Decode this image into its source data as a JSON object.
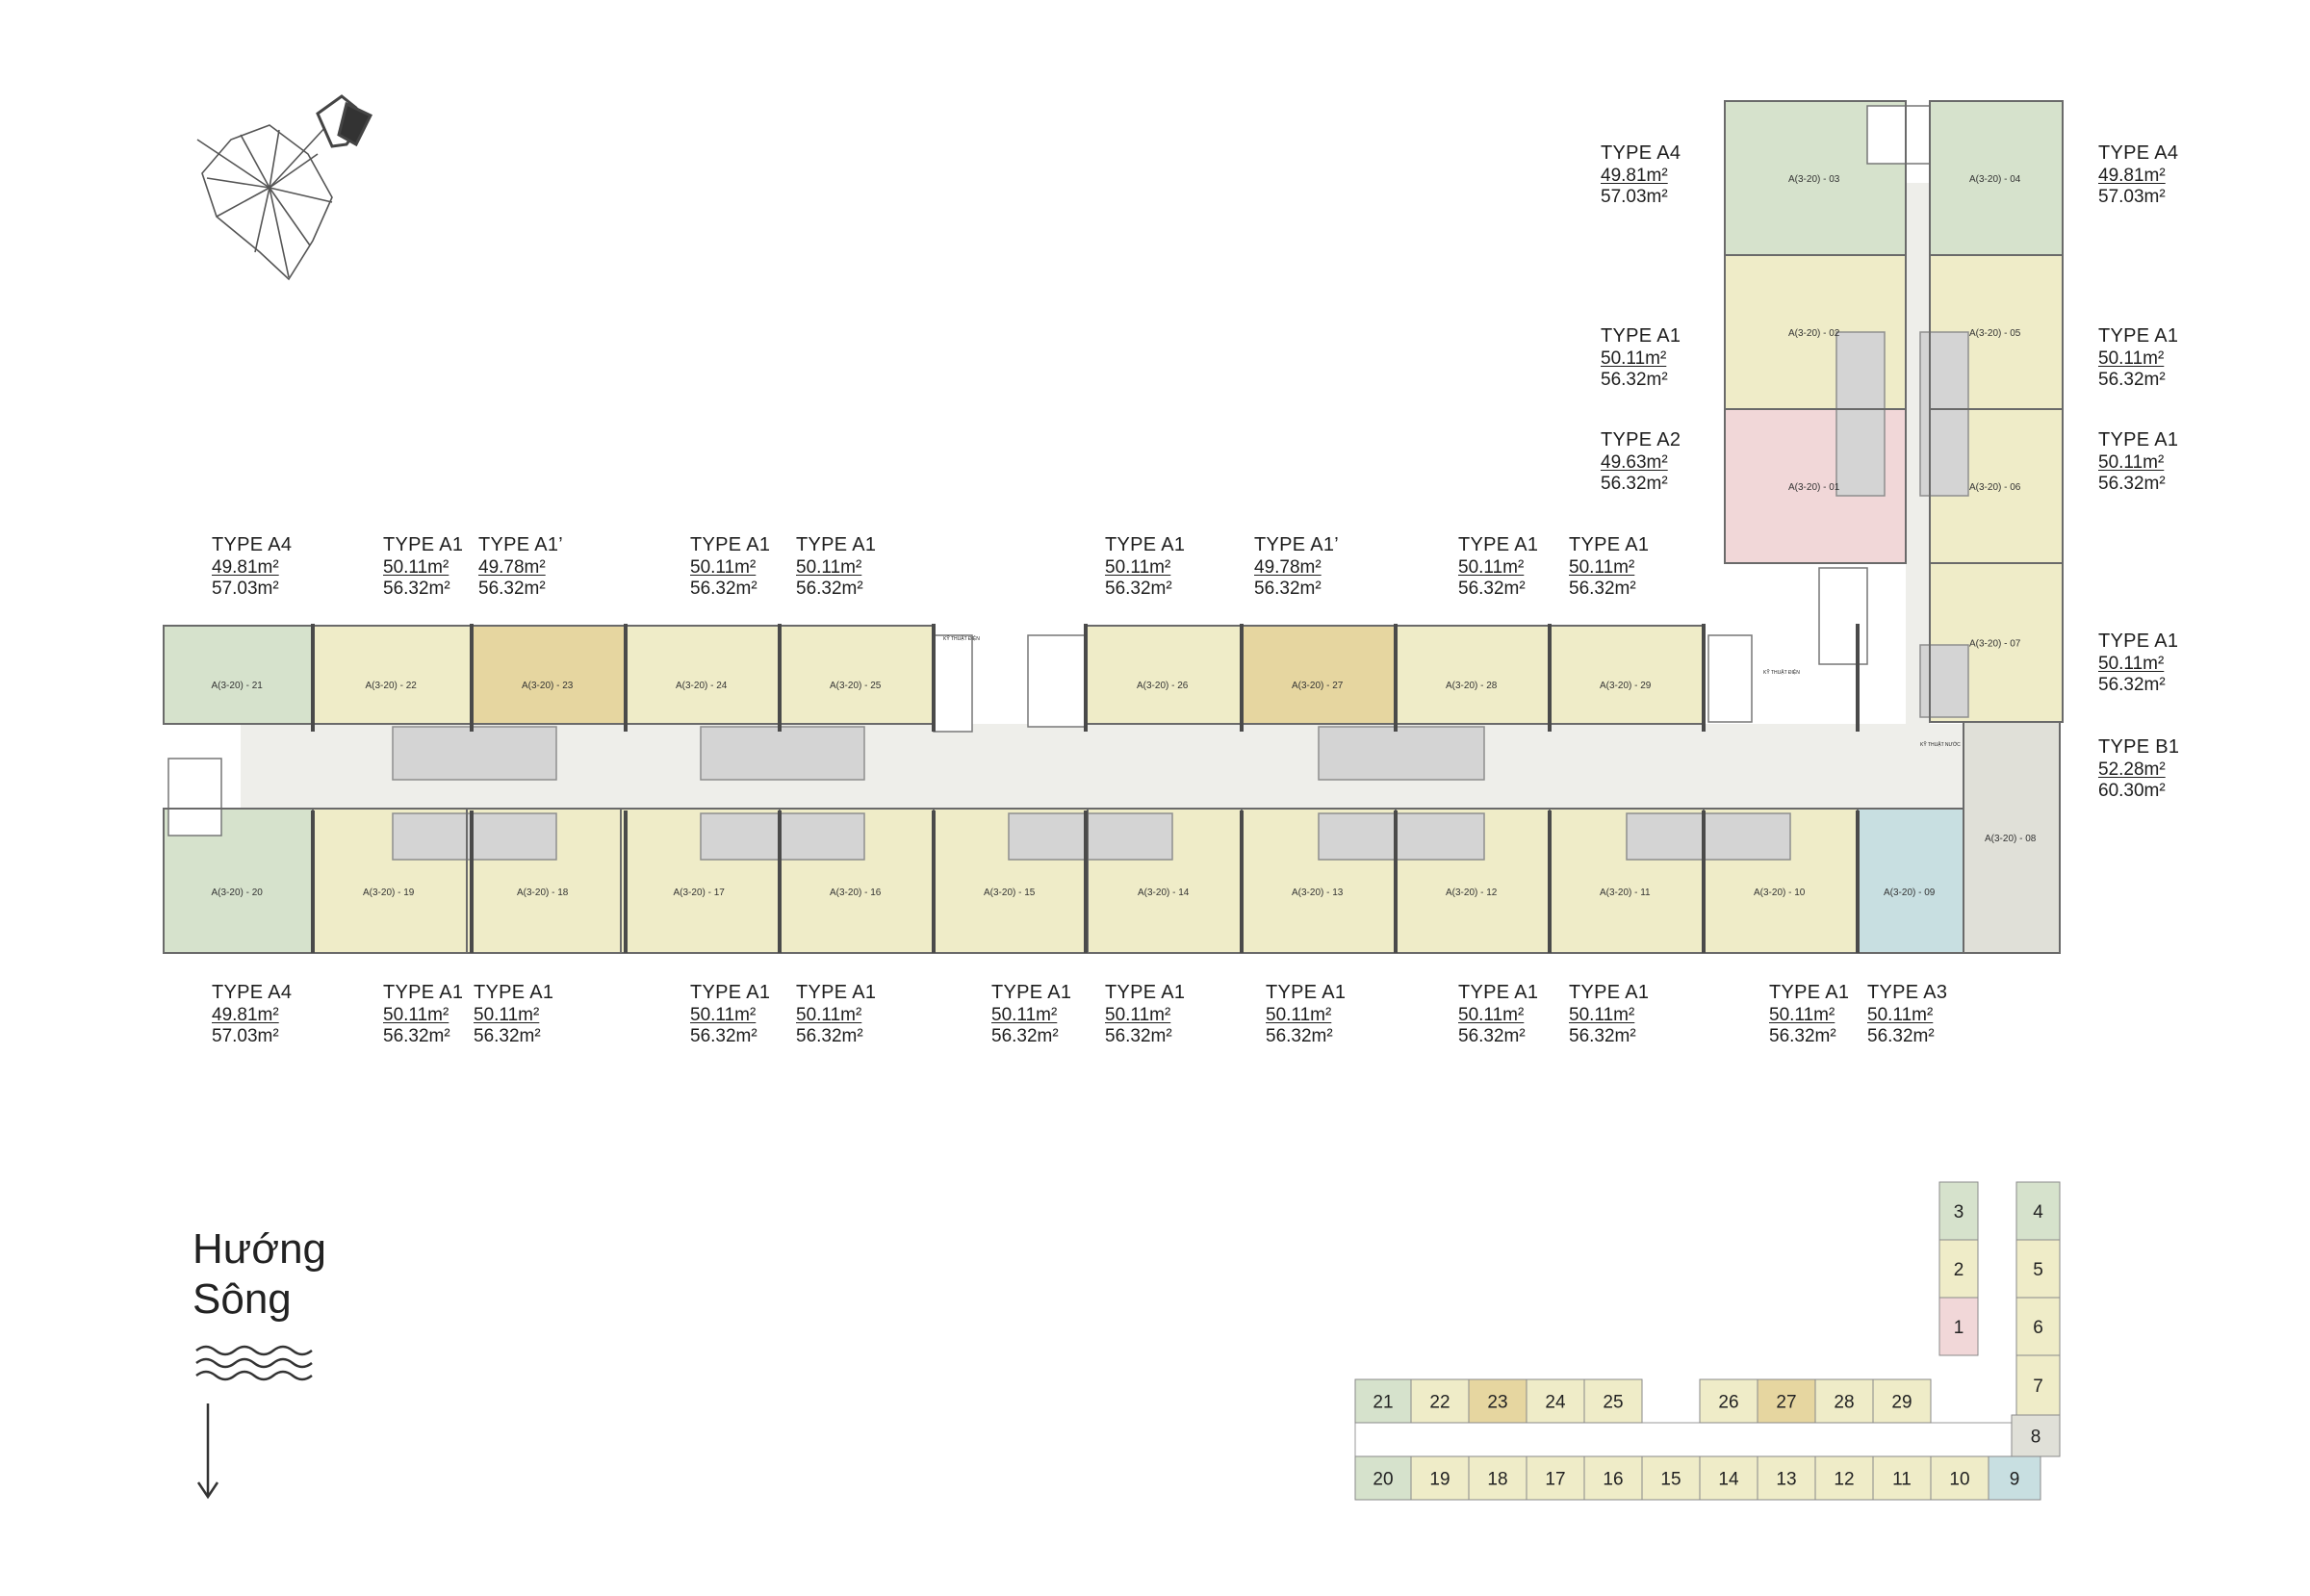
{
  "colors": {
    "A1": "#efecc8",
    "A1_prime": "#e6d6a0",
    "A2": "#f1d7d8",
    "A3": "#c8dfe1",
    "A4": "#d6e2cc",
    "B1": "#e0e0d8",
    "corridor": "#e5e5e5",
    "core": "#cbcbcb",
    "wall": "#4a4a4a"
  },
  "river": {
    "line1": "Hướng",
    "line2": "Sông"
  },
  "tech_rooms": {
    "dien": "KỸ THUẬT ĐIỆN",
    "nuoc": "KỸ THUẬT NƯỚC"
  },
  "units": [
    {
      "code": "A(3-20) - 01",
      "type": "TYPE A2",
      "net": "49.63m²",
      "gross": "56.32m²",
      "mini": "1",
      "color": "A2"
    },
    {
      "code": "A(3-20) - 02",
      "type": "TYPE A1",
      "net": "50.11m²",
      "gross": "56.32m²",
      "mini": "2",
      "color": "A1"
    },
    {
      "code": "A(3-20) - 03",
      "type": "TYPE A4",
      "net": "49.81m²",
      "gross": "57.03m²",
      "mini": "3",
      "color": "A4"
    },
    {
      "code": "A(3-20) - 04",
      "type": "TYPE A4",
      "net": "49.81m²",
      "gross": "57.03m²",
      "mini": "4",
      "color": "A4"
    },
    {
      "code": "A(3-20) - 05",
      "type": "TYPE A1",
      "net": "50.11m²",
      "gross": "56.32m²",
      "mini": "5",
      "color": "A1"
    },
    {
      "code": "A(3-20) - 06",
      "type": "TYPE A1",
      "net": "50.11m²",
      "gross": "56.32m²",
      "mini": "6",
      "color": "A1"
    },
    {
      "code": "A(3-20) - 07",
      "type": "TYPE A1",
      "net": "50.11m²",
      "gross": "56.32m²",
      "mini": "7",
      "color": "A1"
    },
    {
      "code": "A(3-20) - 08",
      "type": "TYPE B1",
      "net": "52.28m²",
      "gross": "60.30m²",
      "mini": "8",
      "color": "B1"
    },
    {
      "code": "A(3-20) - 09",
      "type": "TYPE A3",
      "net": "50.11m²",
      "gross": "56.32m²",
      "mini": "9",
      "color": "A3"
    },
    {
      "code": "A(3-20) - 10",
      "type": "TYPE A1",
      "net": "50.11m²",
      "gross": "56.32m²",
      "mini": "10",
      "color": "A1"
    },
    {
      "code": "A(3-20) - 11",
      "type": "TYPE A1",
      "net": "50.11m²",
      "gross": "56.32m²",
      "mini": "11",
      "color": "A1"
    },
    {
      "code": "A(3-20) - 12",
      "type": "TYPE A1",
      "net": "50.11m²",
      "gross": "56.32m²",
      "mini": "12",
      "color": "A1"
    },
    {
      "code": "A(3-20) - 13",
      "type": "TYPE A1",
      "net": "50.11m²",
      "gross": "56.32m²",
      "mini": "13",
      "color": "A1"
    },
    {
      "code": "A(3-20) - 14",
      "type": "TYPE A1",
      "net": "50.11m²",
      "gross": "56.32m²",
      "mini": "14",
      "color": "A1"
    },
    {
      "code": "A(3-20) - 15",
      "type": "TYPE A1",
      "net": "50.11m²",
      "gross": "56.32m²",
      "mini": "15",
      "color": "A1"
    },
    {
      "code": "A(3-20) - 16",
      "type": "TYPE A1",
      "net": "50.11m²",
      "gross": "56.32m²",
      "mini": "16",
      "color": "A1"
    },
    {
      "code": "A(3-20) - 17",
      "type": "TYPE A1",
      "net": "50.11m²",
      "gross": "56.32m²",
      "mini": "17",
      "color": "A1"
    },
    {
      "code": "A(3-20) - 18",
      "type": "TYPE A1",
      "net": "50.11m²",
      "gross": "56.32m²",
      "mini": "18",
      "color": "A1"
    },
    {
      "code": "A(3-20) - 19",
      "type": "TYPE A1",
      "net": "50.11m²",
      "gross": "56.32m²",
      "mini": "19",
      "color": "A1"
    },
    {
      "code": "A(3-20) - 20",
      "type": "TYPE A4",
      "net": "49.81m²",
      "gross": "57.03m²",
      "mini": "20",
      "color": "A4"
    },
    {
      "code": "A(3-20) - 21",
      "type": "TYPE A4",
      "net": "49.81m²",
      "gross": "57.03m²",
      "mini": "21",
      "color": "A4"
    },
    {
      "code": "A(3-20) - 22",
      "type": "TYPE A1",
      "net": "50.11m²",
      "gross": "56.32m²",
      "mini": "22",
      "color": "A1"
    },
    {
      "code": "A(3-20) - 23",
      "type": "TYPE A1’",
      "net": "49.78m²",
      "gross": "56.32m²",
      "mini": "23",
      "color": "A1_prime"
    },
    {
      "code": "A(3-20) - 24",
      "type": "TYPE A1",
      "net": "50.11m²",
      "gross": "56.32m²",
      "mini": "24",
      "color": "A1"
    },
    {
      "code": "A(3-20) - 25",
      "type": "TYPE A1",
      "net": "50.11m²",
      "gross": "56.32m²",
      "mini": "25",
      "color": "A1"
    },
    {
      "code": "A(3-20) - 26",
      "type": "TYPE A1",
      "net": "50.11m²",
      "gross": "56.32m²",
      "mini": "26",
      "color": "A1"
    },
    {
      "code": "A(3-20) - 27",
      "type": "TYPE A1’",
      "net": "49.78m²",
      "gross": "56.32m²",
      "mini": "27",
      "color": "A1_prime"
    },
    {
      "code": "A(3-20) - 28",
      "type": "TYPE A1",
      "net": "50.11m²",
      "gross": "56.32m²",
      "mini": "28",
      "color": "A1"
    },
    {
      "code": "A(3-20) - 29",
      "type": "TYPE A1",
      "net": "50.11m²",
      "gross": "56.32m²",
      "mini": "29",
      "color": "A1"
    }
  ]
}
